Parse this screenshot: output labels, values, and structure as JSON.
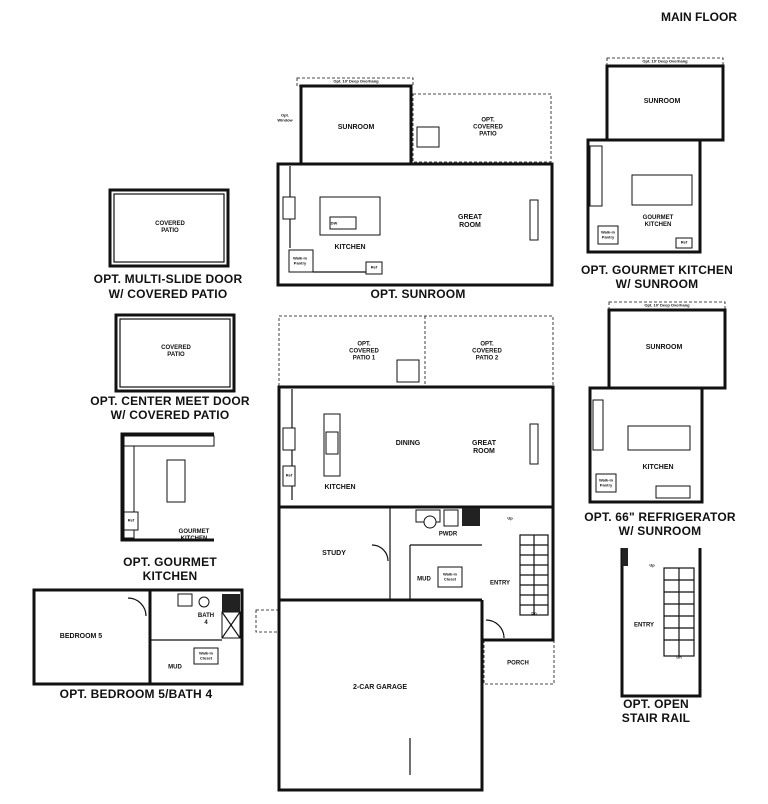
{
  "title": "MAIN FLOOR",
  "captions": {
    "opt_sunroom": "OPT. SUNROOM",
    "multislide_1": "OPT. MULTI-SLIDE DOOR",
    "multislide_2": "W/ COVERED PATIO",
    "centermeet_1": "OPT. CENTER MEET DOOR",
    "centermeet_2": "W/ COVERED PATIO",
    "gourmet_1": "OPT. GOURMET",
    "gourmet_2": "KITCHEN",
    "bedroom5": "OPT. BEDROOM 5/BATH 4",
    "gourmet_sun_1": "OPT. GOURMET KITCHEN",
    "gourmet_sun_2": "W/ SUNROOM",
    "fridge_1": "OPT. 66\" REFRIGERATOR",
    "fridge_2": "W/ SUNROOM",
    "stair_1": "OPT. OPEN",
    "stair_2": "STAIR RAIL"
  },
  "rooms": {
    "sunroom": "SUNROOM",
    "covered_patio": "COVERED\nPATIO",
    "opt_covered_patio": "OPT.\nCOVERED\nPATIO",
    "opt_covered_patio_1": "OPT.\nCOVERED\nPATIO 1",
    "opt_covered_patio_2": "OPT.\nCOVERED\nPATIO 2",
    "great_room": "GREAT\nROOM",
    "kitchen": "KITCHEN",
    "gourmet_kitchen": "GOURMET\nKITCHEN",
    "dining": "DINING",
    "study": "STUDY",
    "entry": "ENTRY",
    "porch": "PORCH",
    "garage": "2-CAR GARAGE",
    "bedroom5": "BEDROOM 5",
    "bath4": "BATH\n4",
    "mud": "MUD",
    "pwdr": "PWDR"
  },
  "tiny_labels": {
    "walkin_pantry": "Walk-in\nPantry",
    "ref": "Ref",
    "dw": "DW",
    "opt_window": "Opt.\nWindow",
    "opt_deep_overhang": "Opt. 10' Deep Overhang",
    "up": "Up",
    "dn": "Dn",
    "wic": "Walk-in\nCloset"
  }
}
